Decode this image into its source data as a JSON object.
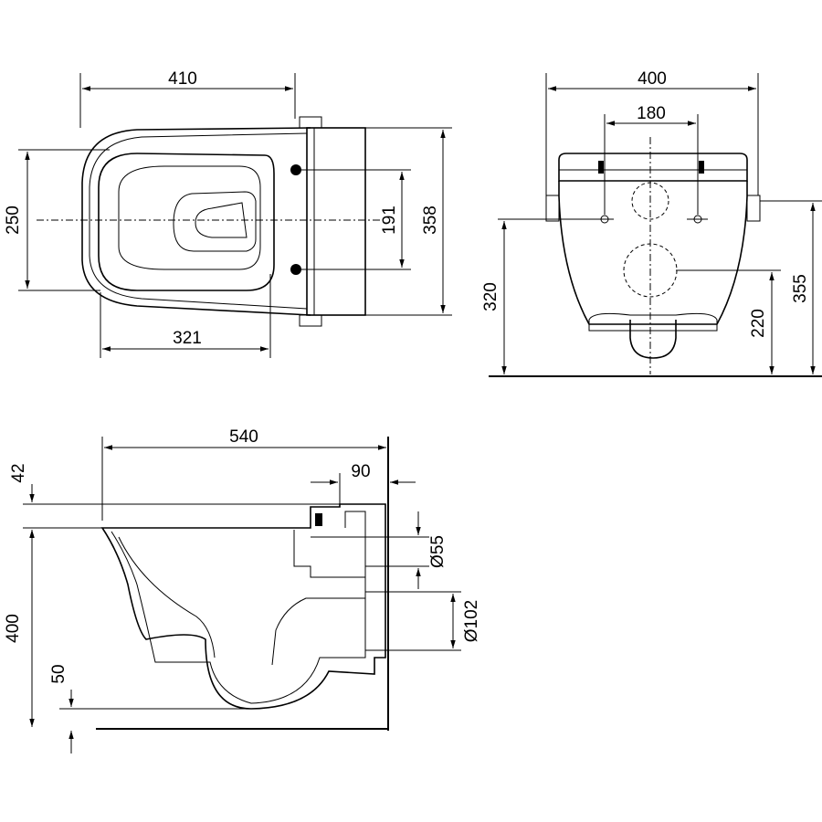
{
  "top_view": {
    "width_410": "410",
    "depth_250": "250",
    "fixing_191": "191",
    "depth_358": "358",
    "bowl_321": "321"
  },
  "front_view": {
    "width_400": "400",
    "fixing_180": "180",
    "height_320": "320",
    "height_220": "220",
    "height_355": "355"
  },
  "side_view": {
    "length_540": "540",
    "offset_90": "90",
    "offset_42": "42",
    "height_400": "400",
    "diameter_55": "Ø55",
    "diameter_102": "Ø102",
    "offset_50": "50"
  }
}
